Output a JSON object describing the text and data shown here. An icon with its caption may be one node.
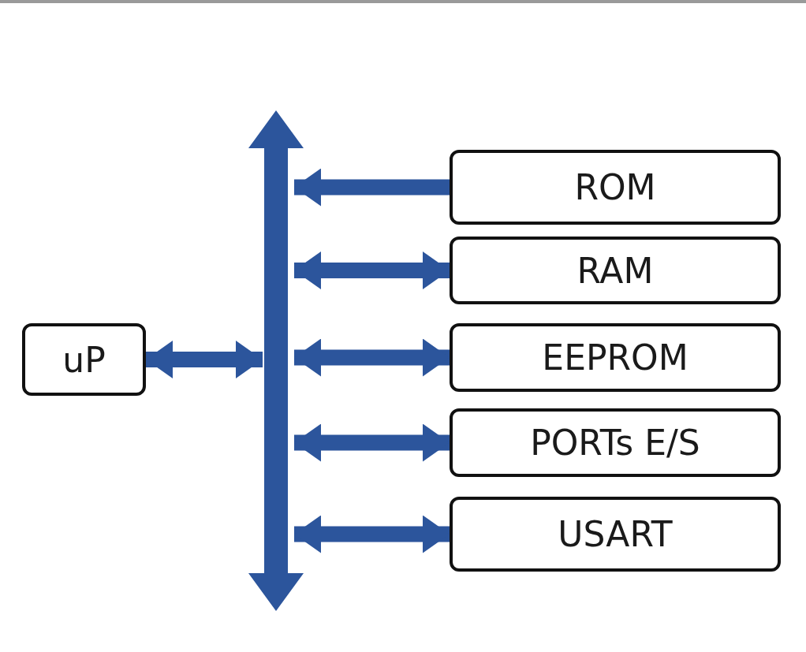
{
  "diagram": {
    "nodes": [
      {
        "text": [
          "uP"
        ]
      },
      {
        "text": [],
        "shape": "bar"
      },
      {
        "text": [
          "ROM"
        ]
      },
      {
        "text": [
          "RAM"
        ]
      },
      {
        "text": [
          "EEPROM"
        ]
      },
      {
        "text": [
          "PORTs E/S"
        ]
      },
      {
        "text": [
          "USART"
        ]
      }
    ],
    "edges": [
      {
        "from": 0,
        "to": 1,
        "arrow": "both"
      },
      {
        "from": 2,
        "to": 1,
        "arrow": "to"
      },
      {
        "from": 3,
        "to": 1,
        "arrow": "both"
      },
      {
        "from": 4,
        "to": 1,
        "arrow": "both"
      },
      {
        "from": 5,
        "to": 1,
        "arrow": "both"
      },
      {
        "from": 6,
        "to": 1,
        "arrow": "both"
      }
    ]
  }
}
